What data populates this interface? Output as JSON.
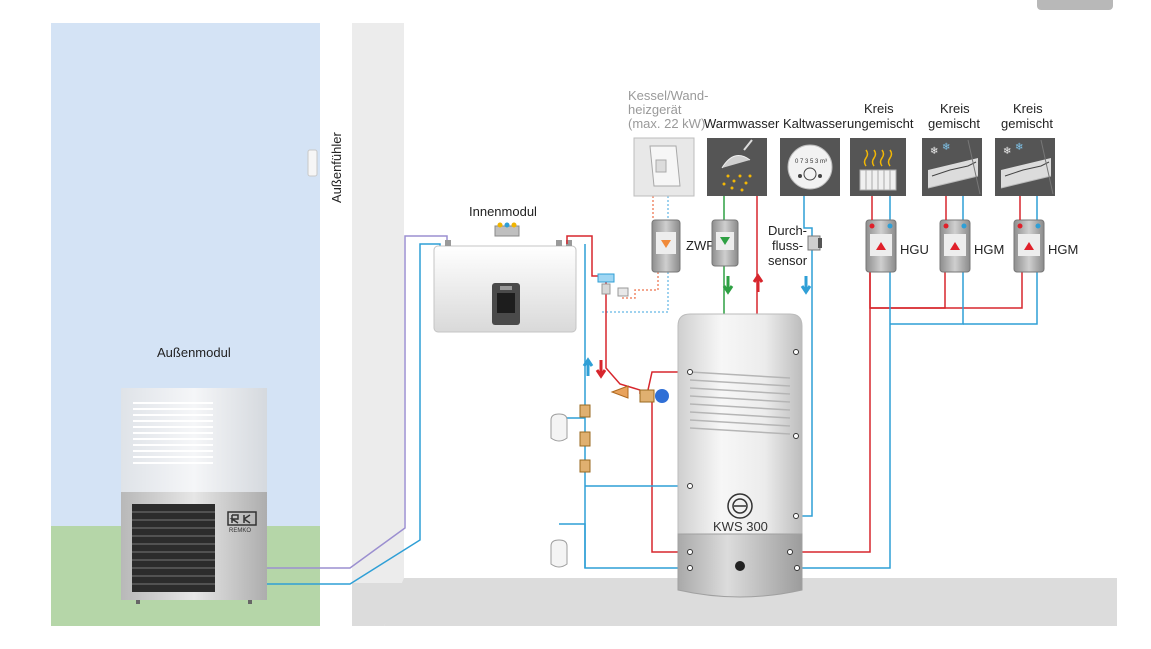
{
  "labels": {
    "aussenfuehler": "Außenfühler",
    "aussenmodul": "Außenmodul",
    "innenmodul": "Innenmodul",
    "kessel": [
      "Kessel/Wand-",
      "heizgerät",
      "(max. 22 kW)"
    ],
    "warmwasser": "Warmwasser",
    "kaltwasser": "Kaltwasser",
    "kreis_ungemischt": [
      "Kreis",
      "ungemischt"
    ],
    "kreis_gemischt_1": [
      "Kreis",
      "gemischt"
    ],
    "kreis_gemischt_2": [
      "Kreis",
      "gemischt"
    ],
    "zwp": "ZWP",
    "durchfluss": [
      "Durch-",
      "fluss-",
      "sensor"
    ],
    "hgu": "HGU",
    "hgm_1": "HGM",
    "hgm_2": "HGM",
    "tank": "KWS 300",
    "brand": "REMKO",
    "meter_digits": "0 7 3 5 3 m³"
  },
  "colors": {
    "sky": "#d4e3f5",
    "grass": "#b5d6a8",
    "wall": "#ececec",
    "floor": "#dcdcdc",
    "supply_red": "#d7262d",
    "return_blue": "#2f9fd6",
    "drinking_green": "#2ea043",
    "pipe_purple": "#9b8fd0",
    "pump_red": "#e0202a"
  },
  "icons": {
    "kessel": "wall-boiler-icon",
    "warmwasser": "shower-icon",
    "kaltwasser": "water-meter-icon",
    "kreis_ungemischt": "radiator-icon",
    "kreis_gemischt": "underfloor-heating-icon",
    "tank": "heat-exchanger-icon"
  }
}
